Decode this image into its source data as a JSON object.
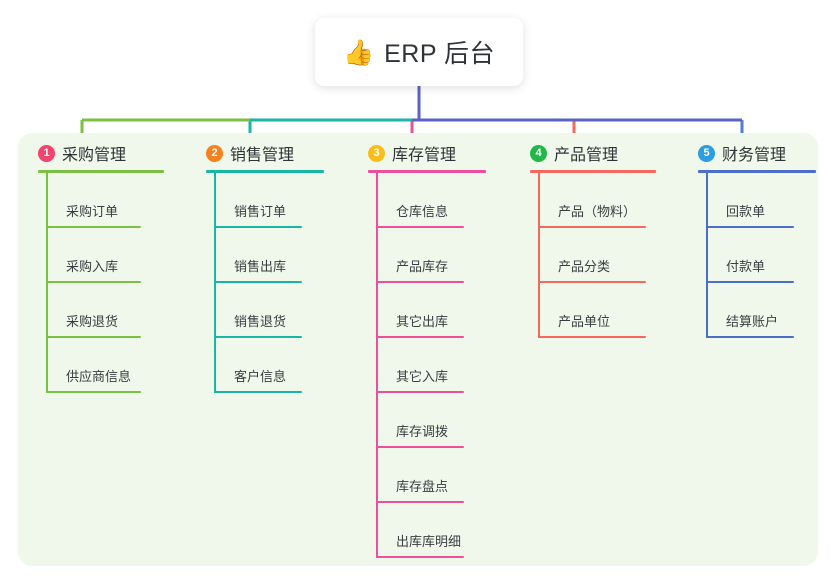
{
  "diagram": {
    "type": "org-tree",
    "root": {
      "icon": "thumbs-up-icon",
      "emoji": "👍",
      "title": "ERP 后台"
    },
    "panel_color": "#eff8ea",
    "bus_color": "#5a62c8",
    "columns": [
      {
        "number": "1",
        "title": "采购管理",
        "badge_color": "#f4436c",
        "line_color": "#7bc043",
        "stub_color": "#7bc043",
        "items": [
          {
            "label": "采购订单"
          },
          {
            "label": "采购入库"
          },
          {
            "label": "采购退货"
          },
          {
            "label": "供应商信息"
          }
        ]
      },
      {
        "number": "2",
        "title": "销售管理",
        "badge_color": "#f5821f",
        "line_color": "#19b5a5",
        "stub_color": "#19b5a5",
        "items": [
          {
            "label": "销售订单"
          },
          {
            "label": "销售出库"
          },
          {
            "label": "销售退货"
          },
          {
            "label": "客户信息"
          }
        ]
      },
      {
        "number": "3",
        "title": "库存管理",
        "badge_color": "#f9bd1c",
        "line_color": "#ec4f9c",
        "stub_color": "#ec4f9c",
        "items": [
          {
            "label": "仓库信息"
          },
          {
            "label": "产品库存"
          },
          {
            "label": "其它出库"
          },
          {
            "label": "其它入库"
          },
          {
            "label": "库存调拨"
          },
          {
            "label": "库存盘点"
          },
          {
            "label": "出库库明细"
          }
        ]
      },
      {
        "number": "4",
        "title": "产品管理",
        "badge_color": "#23b74b",
        "line_color": "#f4685e",
        "stub_color": "#f4685e",
        "items": [
          {
            "label": "产品（物料）"
          },
          {
            "label": "产品分类"
          },
          {
            "label": "产品单位"
          }
        ]
      },
      {
        "number": "5",
        "title": "财务管理",
        "badge_color": "#2b9de0",
        "line_color": "#4b6fc9",
        "stub_color": "#5a79d6",
        "items": [
          {
            "label": "回款单"
          },
          {
            "label": "付款单"
          },
          {
            "label": "结算账户"
          }
        ]
      }
    ]
  }
}
